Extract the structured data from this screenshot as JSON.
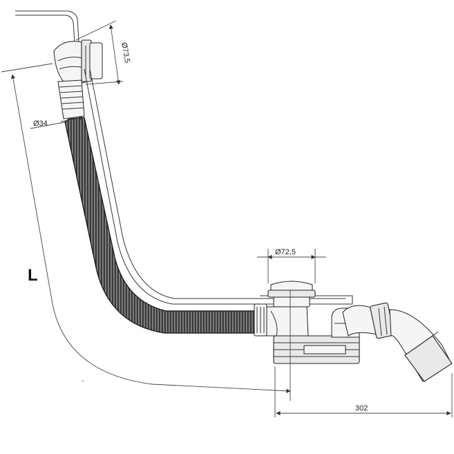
{
  "drawing": {
    "dimensions": {
      "overflow_diameter": "Ø73,5",
      "hose_diameter": "Ø34",
      "waste_diameter": "Ø72,5",
      "horizontal_length": "302",
      "overall_length": "L"
    }
  }
}
